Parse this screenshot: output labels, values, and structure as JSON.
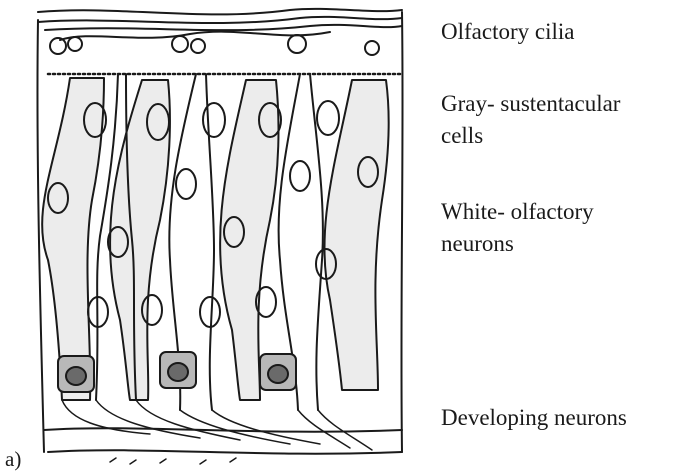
{
  "panel_letter": "a)",
  "labels": {
    "cilia": "Olfactory cilia",
    "sustentacular_line1": "Gray- sustentacular",
    "sustentacular_line2": "cells",
    "neurons_line1": "White- olfactory",
    "neurons_line2": "neurons",
    "developing": "Developing neurons"
  },
  "colors": {
    "ink": "#1a1a1a",
    "gray_cell_fill": "#d9d9d9",
    "white_cell_fill": "#ffffff",
    "developing_fill": "#9a9a9a"
  }
}
